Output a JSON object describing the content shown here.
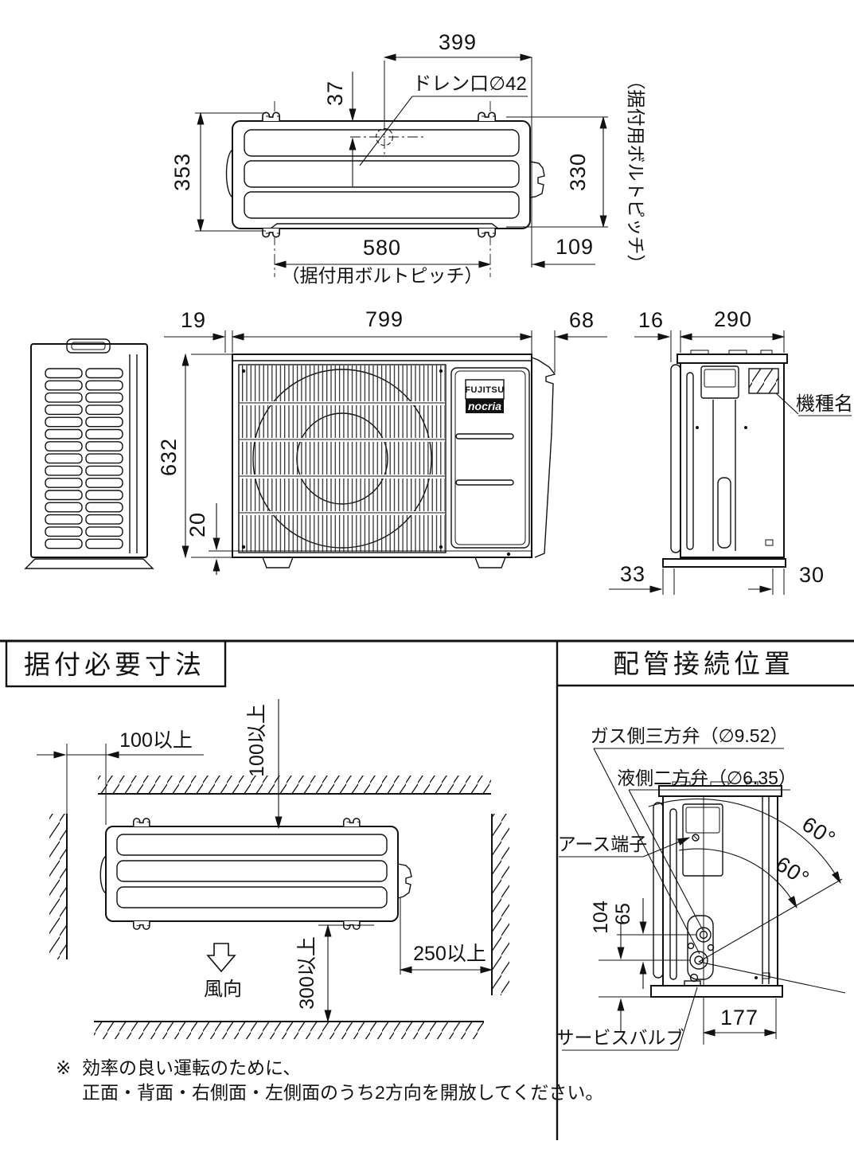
{
  "top_view": {
    "dim_399": "399",
    "dim_37": "37",
    "drain_label": "ドレン口∅42",
    "dim_353": "353",
    "dim_330": "330",
    "bolt_pitch_vertical": "（据付用ボルトピッチ）",
    "dim_580": "580",
    "bolt_pitch_horizontal": "（据付用ボルトピッチ）",
    "dim_109": "109"
  },
  "front_view": {
    "dim_19": "19",
    "dim_799": "799",
    "dim_68": "68",
    "dim_632": "632",
    "dim_20": "20",
    "logo_fujitsu": "FUJITSU",
    "logo_nocria": "nocria"
  },
  "side_view": {
    "dim_16": "16",
    "dim_290": "290",
    "dim_33": "33",
    "dim_30": "30",
    "model_name_label": "機種名"
  },
  "installation_section": {
    "title": "据付必要寸法",
    "clearance_left": "100以上",
    "clearance_top": "100以上",
    "clearance_right": "250以上",
    "clearance_front": "300以上",
    "wind_direction_label": "風向",
    "note_mark": "※",
    "note_line1": "効率の良い運転のために、",
    "note_line2": "正面・背面・右側面・左側面のうち2方向を開放してください。"
  },
  "piping_section": {
    "title": "配管接続位置",
    "gas_valve_label": "ガス側三方弁（∅9.52）",
    "liquid_valve_label": "液側二方弁（∅6.35）",
    "earth_terminal_label": "アース端子",
    "service_valve_label": "サービスバルブ",
    "dim_104": "104",
    "dim_65": "65",
    "dim_177": "177",
    "angle_outer": "60°",
    "angle_inner": "60°"
  }
}
